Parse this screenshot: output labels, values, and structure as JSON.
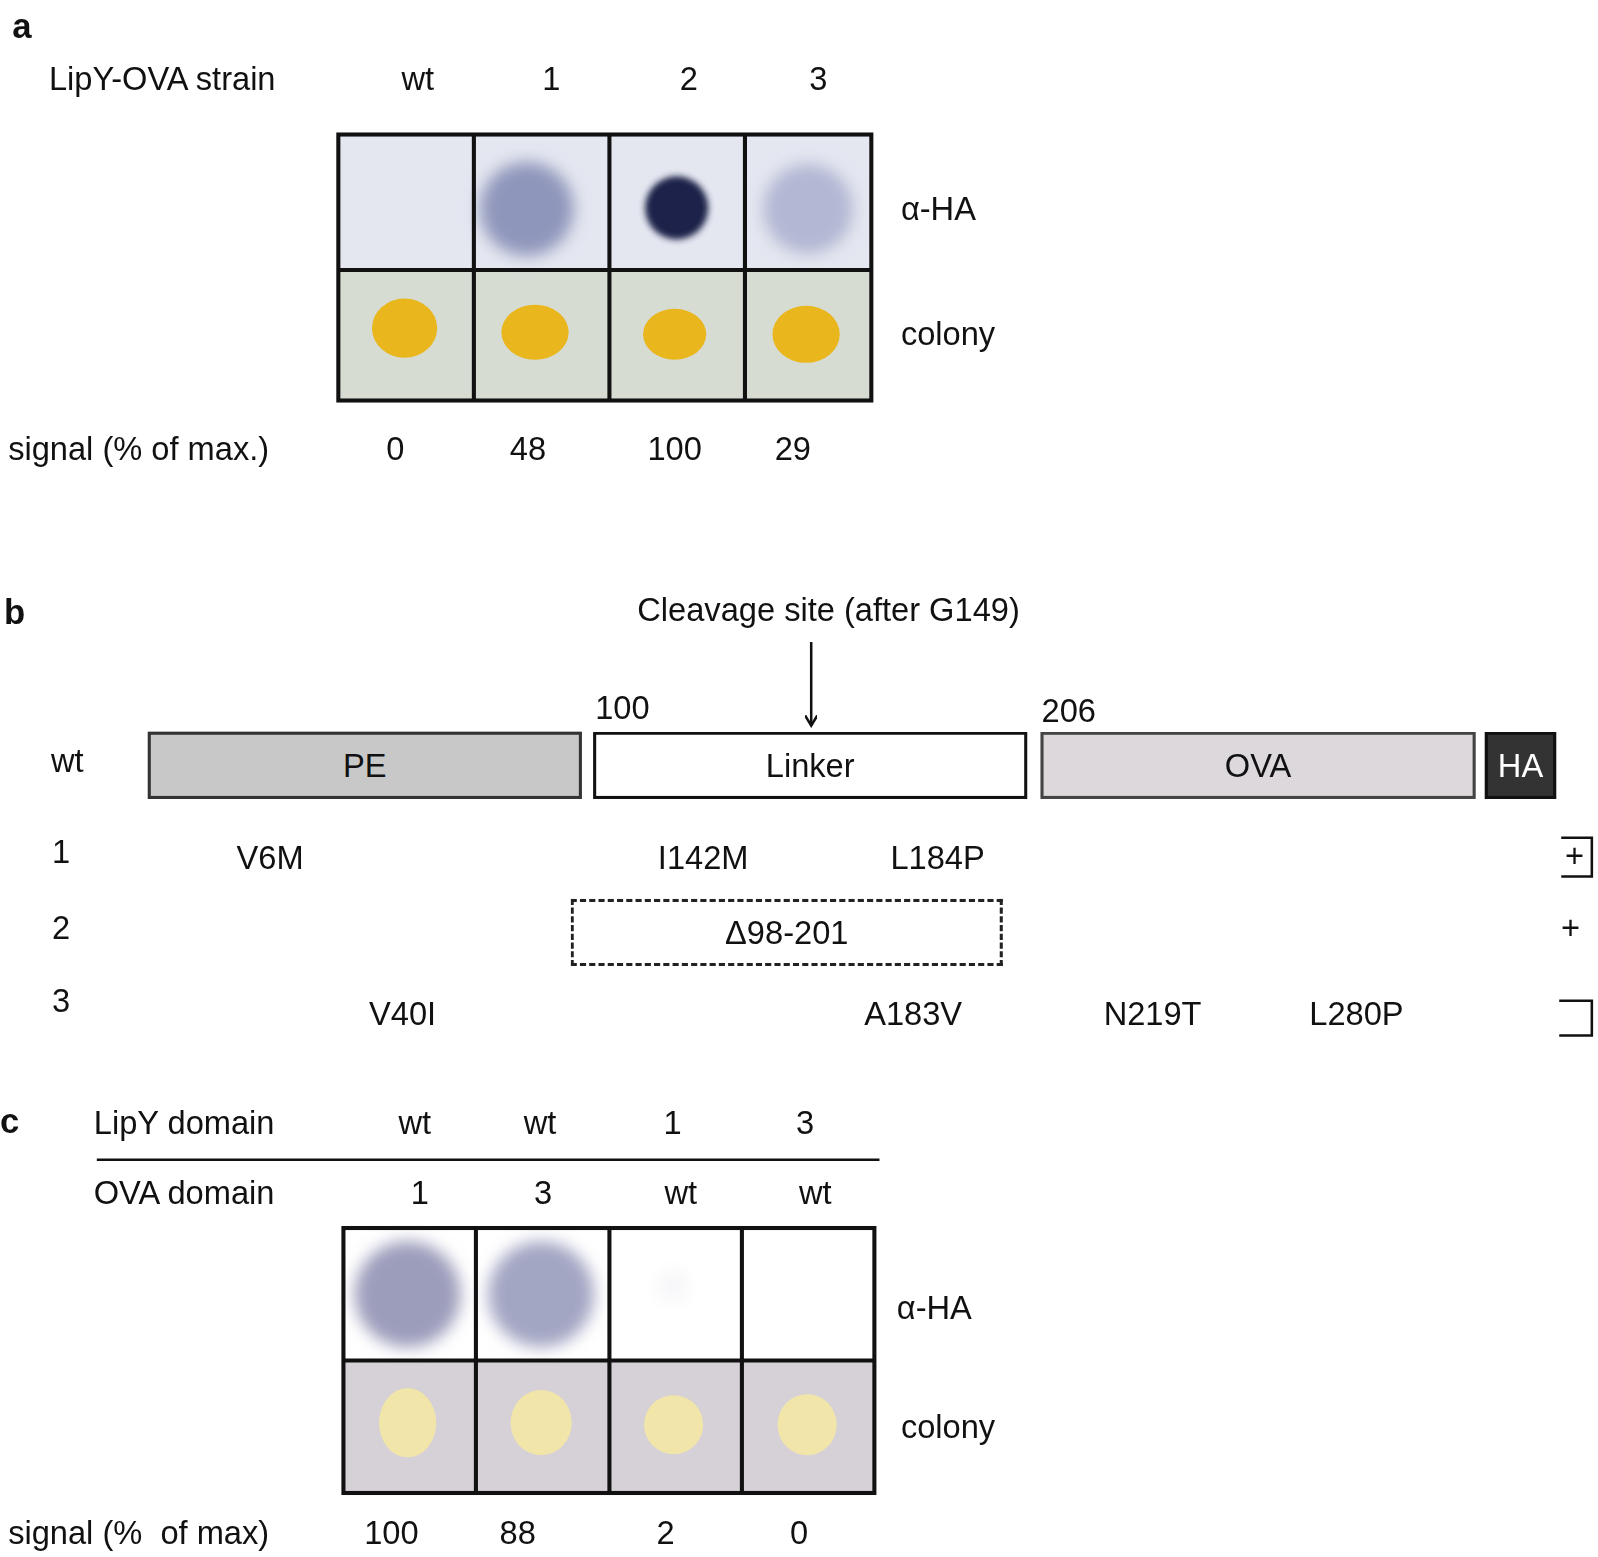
{
  "diagram": {
    "nodes": [
      {
        "text": [
          "PE"
        ]
      },
      {
        "text": [
          "Linker"
        ]
      },
      {
        "text": [
          "OVA"
        ]
      },
      {
        "text": [
          "HA"
        ]
      },
      {
        "text": [
          "Δ98-201"
        ]
      }
    ],
    "labels": [
      "a",
      "LipY-OVA strain",
      "wt",
      "1",
      "2",
      "3",
      "α-HA",
      "colony",
      "signal (% of max.)",
      "0",
      "48",
      "100",
      "29",
      "b",
      "Cleavage site (after G149)",
      "100",
      "206",
      "wt",
      "1",
      "V6M",
      "I142M",
      "L184P",
      "+",
      "2",
      "+",
      "3",
      "V40I",
      "A183V",
      "N219T",
      "L280P",
      "c",
      "LipY domain",
      "wt",
      "wt",
      "1",
      "3",
      "OVA domain",
      "1",
      "3",
      "wt",
      "wt",
      "α-HA",
      "colony",
      "signal (%  of max)",
      "100",
      "88",
      "2",
      "0"
    ]
  }
}
